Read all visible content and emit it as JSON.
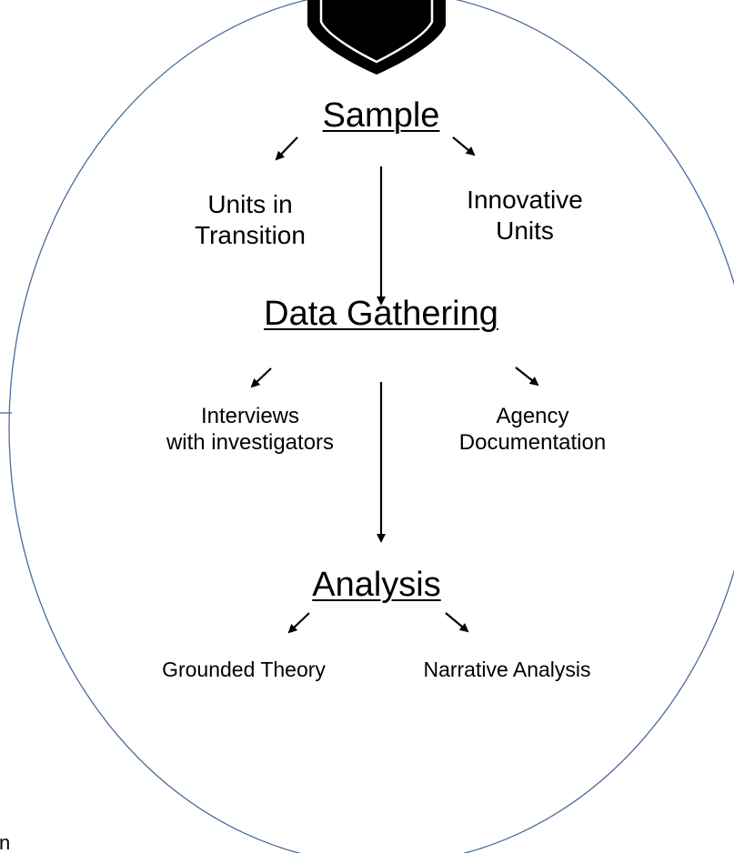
{
  "diagram": {
    "stages": [
      {
        "heading": "Sample",
        "branches": [
          {
            "lines": [
              "Units in",
              "Transition"
            ]
          },
          {
            "lines": [
              "Innovative",
              "Units"
            ]
          }
        ]
      },
      {
        "heading": "Data Gathering",
        "branches": [
          {
            "lines": [
              "Interviews",
              "with investigators"
            ]
          },
          {
            "lines": [
              "Agency",
              "Documentation"
            ]
          }
        ]
      },
      {
        "heading": "Analysis",
        "branches": [
          {
            "lines": [
              "Grounded Theory"
            ]
          },
          {
            "lines": [
              "Narrative Analysis"
            ]
          }
        ]
      }
    ],
    "edge_fragment": "n"
  },
  "colors": {
    "ellipse_stroke": "#4a6b9a",
    "ink": "#000000"
  },
  "icons": {
    "top_badge": "shield-icon"
  }
}
